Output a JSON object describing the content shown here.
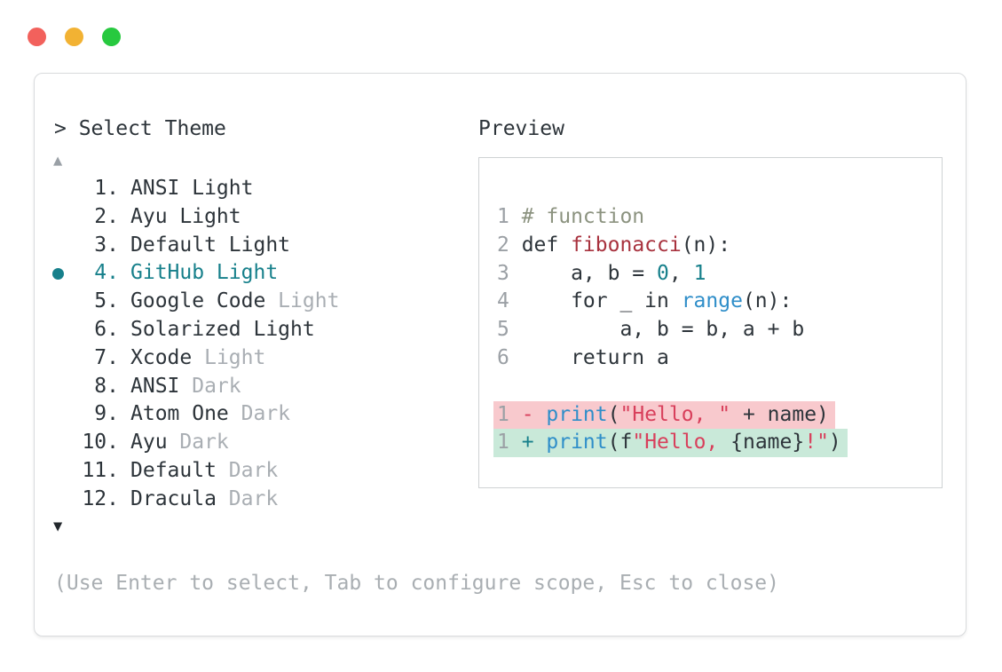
{
  "window_controls": {
    "close_color": "#f2615c",
    "minimize_color": "#f2b233",
    "maximize_color": "#27c93f"
  },
  "selector": {
    "prompt": "> Select Theme",
    "scroll_up_indicator": "▲",
    "scroll_down_indicator": "▼",
    "hint": "(Use Enter to select, Tab to configure scope, Esc to close)",
    "selected_item_number": "4.",
    "items": [
      {
        "num": "1.",
        "main": "ANSI Light",
        "suffix": ""
      },
      {
        "num": "2.",
        "main": "Ayu Light",
        "suffix": ""
      },
      {
        "num": "3.",
        "main": "Default Light",
        "suffix": ""
      },
      {
        "num": "4.",
        "main": "GitHub Light",
        "suffix": ""
      },
      {
        "num": "5.",
        "main": "Google Code",
        "suffix": " Light"
      },
      {
        "num": "6.",
        "main": "Solarized Light",
        "suffix": ""
      },
      {
        "num": "7.",
        "main": "Xcode",
        "suffix": " Light"
      },
      {
        "num": "8.",
        "main": "ANSI",
        "suffix": " Dark"
      },
      {
        "num": "9.",
        "main": "Atom One",
        "suffix": " Dark"
      },
      {
        "num": "10.",
        "main": "Ayu",
        "suffix": " Dark"
      },
      {
        "num": "11.",
        "main": "Default",
        "suffix": " Dark"
      },
      {
        "num": "12.",
        "main": "Dracula",
        "suffix": " Dark"
      }
    ]
  },
  "preview": {
    "title": "Preview",
    "code": {
      "line1": {
        "ln": "1",
        "comment": "# function"
      },
      "line2": {
        "ln": "2",
        "pre": "def ",
        "func": "fibonacci",
        "post": "(n):"
      },
      "line3": {
        "ln": "3",
        "pre": "    a, b = ",
        "num1": "0",
        "sep": ", ",
        "num2": "1"
      },
      "line4": {
        "ln": "4",
        "pre": "    for _ in ",
        "builtin": "range",
        "post": "(n):"
      },
      "line5": {
        "ln": "5",
        "text": "        a, b = b, a + b"
      },
      "line6": {
        "ln": "6",
        "text": "    return a"
      },
      "diff_delete": {
        "ln": "1",
        "sign": "- ",
        "builtin": "print",
        "open": "(",
        "str": "\"Hello, \"",
        "post": " + name)"
      },
      "diff_insert": {
        "ln": "1",
        "sign": "+ ",
        "builtin": "print",
        "open": "(f",
        "str1": "\"Hello, ",
        "interp": "{name}",
        "str2": "!\"",
        "close": ")"
      }
    }
  },
  "palette": {
    "accent_teal": "#17808b",
    "function_red": "#a8323e",
    "string_crimson": "#d83f5b",
    "builtin_blue": "#2f8ec9",
    "comment_gray": "#8c9380",
    "diff_delete_bg": "#f8c9cd",
    "diff_insert_bg": "#c9e9d9",
    "text_dark": "#2d343a",
    "muted_gray": "#a9aeb3"
  }
}
